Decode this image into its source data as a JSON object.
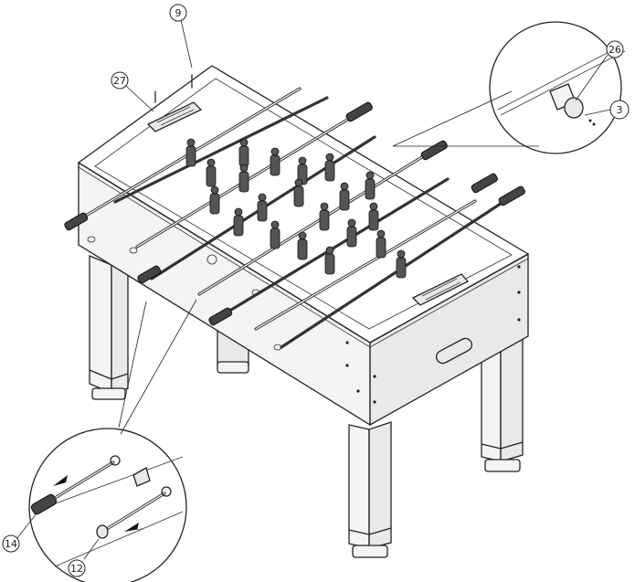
{
  "callouts": [
    {
      "id": "c9",
      "label": "9"
    },
    {
      "id": "c27",
      "label": "27"
    },
    {
      "id": "c26",
      "label": "26"
    },
    {
      "id": "c3",
      "label": "3"
    },
    {
      "id": "c14",
      "label": "14"
    },
    {
      "id": "c12",
      "label": "12"
    }
  ],
  "colors": {
    "line": "#222222",
    "background": "#ffffff",
    "shade": "#e9e9e9"
  }
}
